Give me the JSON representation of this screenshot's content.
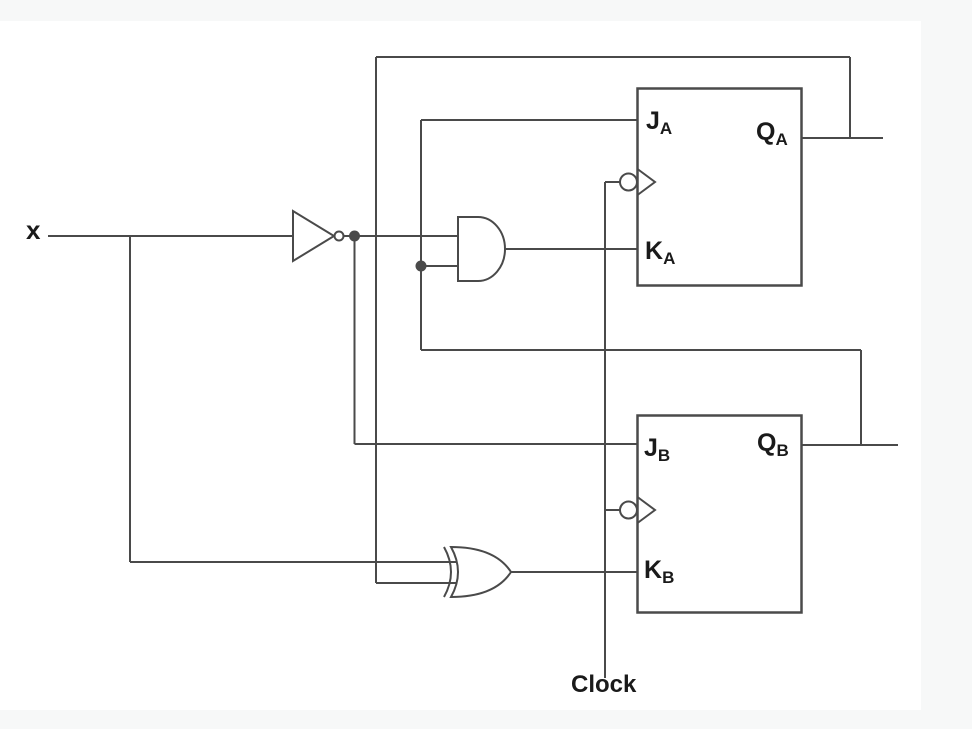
{
  "diagram": {
    "type": "logic-circuit",
    "signals": {
      "input_label": "x",
      "clock_label": "Clock"
    },
    "flipflop_a": {
      "j_main": "J",
      "j_sub": "A",
      "k_main": "K",
      "k_sub": "A",
      "q_main": "Q",
      "q_sub": "A"
    },
    "flipflop_b": {
      "j_main": "J",
      "j_sub": "B",
      "k_main": "K",
      "k_sub": "B",
      "q_main": "Q",
      "q_sub": "B"
    },
    "gates": {
      "inverter": "not-gate",
      "and": "and-gate",
      "xor": "xor-gate"
    },
    "colors": {
      "wire": "#4a4a4a",
      "text": "#1a1a1a",
      "canvas": "#ffffff",
      "surround": "#f7f8f8"
    }
  }
}
